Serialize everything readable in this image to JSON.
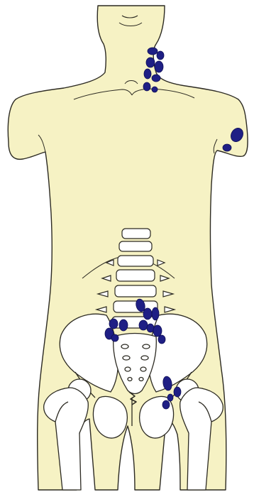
{
  "figure": {
    "subject": "anatomical-illustration-torso-with-lymph-nodes",
    "colors": {
      "background": "#ffffff",
      "skin_fill": "#f6f2c4",
      "outline": "#2c2a22",
      "bone_fill": "#ffffff",
      "node_fill": "#1f1f85",
      "node_highlight": "#3a3aa8"
    }
  },
  "node_groups": [
    {
      "name": "cervical-lymph-nodes",
      "count": 8
    },
    {
      "name": "axillary-lymph-nodes",
      "count": 2
    },
    {
      "name": "para-aortic-lymph-nodes",
      "count": 6
    },
    {
      "name": "iliac-lymph-nodes",
      "count": 5
    },
    {
      "name": "inguinal-lymph-nodes",
      "count": 4
    }
  ]
}
